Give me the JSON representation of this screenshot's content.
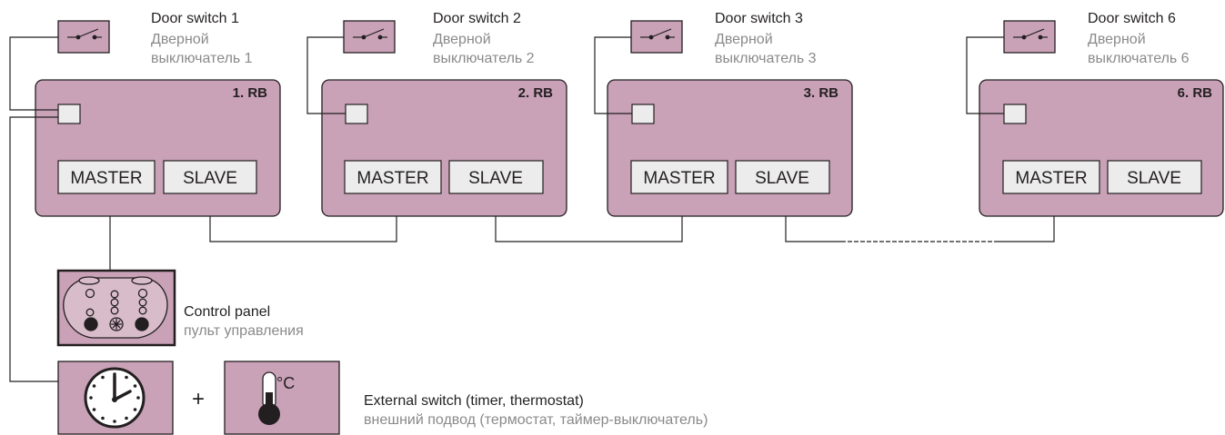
{
  "units": [
    {
      "id": "rb1",
      "label": "1. RB",
      "switch_en": "Door switch 1",
      "switch_ru_1": "Дверной",
      "switch_ru_2": "выключатель 1",
      "master": "MASTER",
      "slave": "SLAVE"
    },
    {
      "id": "rb2",
      "label": "2. RB",
      "switch_en": "Door switch 2",
      "switch_ru_1": "Дверной",
      "switch_ru_2": "выключатель 2",
      "master": "MASTER",
      "slave": "SLAVE"
    },
    {
      "id": "rb3",
      "label": "3. RB",
      "switch_en": "Door switch 3",
      "switch_ru_1": "Дверной",
      "switch_ru_2": "выключатель 3",
      "master": "MASTER",
      "slave": "SLAVE"
    },
    {
      "id": "rb6",
      "label": "6. RB",
      "switch_en": "Door switch 6",
      "switch_ru_1": "Дверной",
      "switch_ru_2": "выключатель 6",
      "master": "MASTER",
      "slave": "SLAVE"
    }
  ],
  "control_panel": {
    "title_en": "Control panel",
    "title_ru": "пульт управления"
  },
  "external_switch": {
    "plus": "+",
    "degree_label": "°C",
    "title_en": "External switch (timer, thermostat)",
    "title_ru": "внешний подвод (термостат, таймер-выключатель)"
  },
  "colors": {
    "unit_fill": "#c9a2b8",
    "button_fill": "#ececec",
    "line": "#231f20",
    "secondary_text": "#8a8a8a"
  }
}
